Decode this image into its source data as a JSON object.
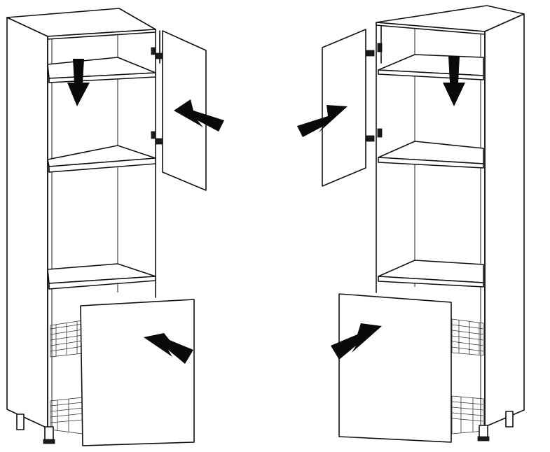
{
  "diagram": {
    "style": "line-art",
    "colors": {
      "line": "#111111",
      "arrow": "#0a0a0a",
      "background": "#ffffff"
    },
    "cabinets": [
      {
        "id": "left",
        "hinge_side": "left",
        "shelves": 3,
        "pullout_baskets": 2,
        "door_panels": [
          "upper-door",
          "lower-front-panel"
        ]
      },
      {
        "id": "right",
        "hinge_side": "right",
        "shelves": 3,
        "pullout_baskets": 2,
        "door_panels": [
          "upper-door",
          "lower-front-panel"
        ]
      }
    ],
    "arrows": [
      {
        "cabinet": "left",
        "target": "top-shelf",
        "direction": "down"
      },
      {
        "cabinet": "left",
        "target": "upper-door",
        "direction": "toward-cabinet"
      },
      {
        "cabinet": "left",
        "target": "lower-front-panel",
        "direction": "toward-cabinet"
      },
      {
        "cabinet": "right",
        "target": "top-shelf",
        "direction": "down"
      },
      {
        "cabinet": "right",
        "target": "upper-door",
        "direction": "toward-cabinet"
      },
      {
        "cabinet": "right",
        "target": "lower-front-panel",
        "direction": "toward-cabinet"
      }
    ]
  }
}
